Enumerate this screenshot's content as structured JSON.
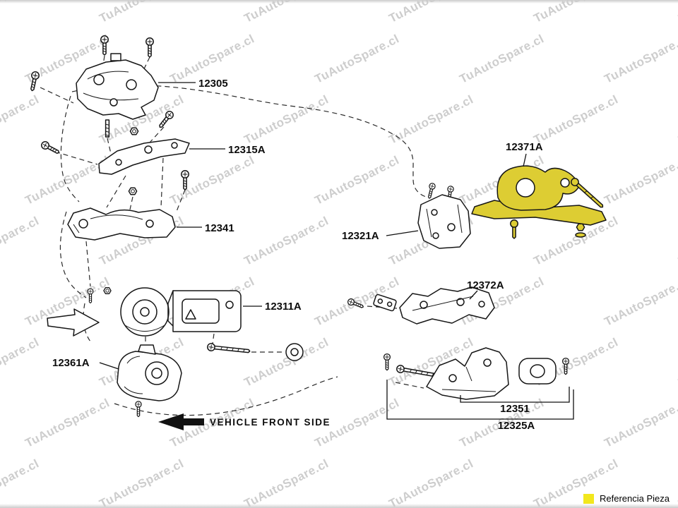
{
  "watermark": {
    "text": "TuAutoSpare.cl"
  },
  "parts": {
    "p12305": "12305",
    "p12315A": "12315A",
    "p12341": "12341",
    "p12311A": "12311A",
    "p12361A": "12361A",
    "p12321A": "12321A",
    "p12371A": "12371A",
    "p12372A": "12372A",
    "p12351": "12351",
    "p12325A": "12325A"
  },
  "annotations": {
    "vehicle_front_side": "VEHICLE FRONT SIDE"
  },
  "legend": {
    "reference_label": "Referencia Pieza",
    "highlight_color": "#ddcd33",
    "swatch_color": "#f2e71d"
  }
}
